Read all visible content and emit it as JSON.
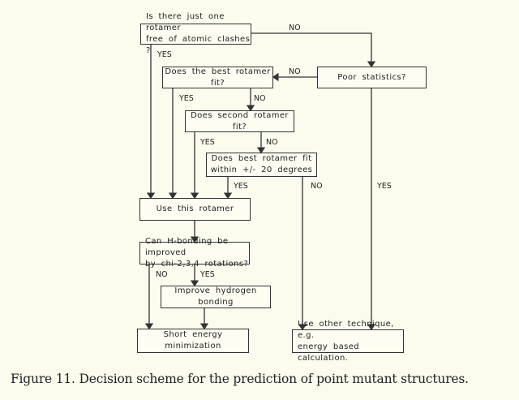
{
  "boxes": {
    "one_rotamer": {
      "line1": "Is there just one rotamer",
      "line2": "free of atomic clashes ?"
    },
    "poor_statistics": "Poor  statistics?",
    "best_fit": "Does the best rotamer fit?",
    "second_fit": "Does second rotamer fit?",
    "within_20": {
      "line1": "Does best rotamer fit",
      "line2": "within +/- 20 degrees"
    },
    "use_this": "Use this rotamer",
    "h_bonding": {
      "line1": "Can H-bonding be improved",
      "line2": "by chi-2,3,4 rotations?"
    },
    "improve_h": "Improve hydrogen bonding",
    "short_min": "Short  energy  minimization",
    "other": {
      "line1": "Use other technique, e.g.",
      "line2": "energy based calculation."
    }
  },
  "labels": {
    "yes": "YES",
    "no": "NO"
  },
  "caption": "Figure 11. Decision scheme for the prediction of point mutant structures."
}
